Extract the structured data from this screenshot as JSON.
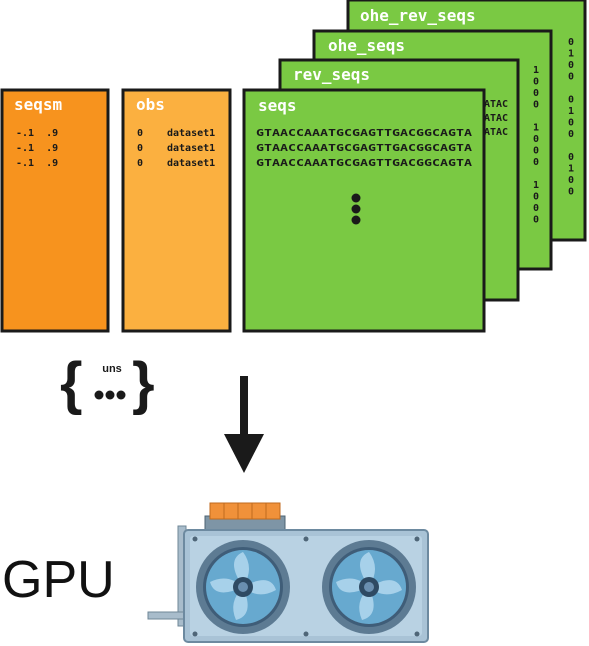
{
  "seqsm": {
    "title": "seqsm",
    "rows": [
      "-.1  .9",
      "-.1  .9",
      "-.1  .9"
    ],
    "color": "#f7931e"
  },
  "obs": {
    "title": "obs",
    "rows": [
      {
        "index": "0",
        "value": "dataset1"
      },
      {
        "index": "0",
        "value": "dataset1"
      },
      {
        "index": "0",
        "value": "dataset1"
      }
    ],
    "color": "#fbb040"
  },
  "seqs": {
    "title": "seqs",
    "rows": [
      "GTAACCAAATGCGAGTTGACGGCAGTA",
      "GTAACCAAATGCGAGTTGACGGCAGTA",
      "GTAACCAAATGCGAGTTGACGGCAGTA"
    ],
    "color": "#7ac943"
  },
  "rev_seqs": {
    "title": "rev_seqs",
    "edge_rows": [
      "ATAC",
      "ATAC",
      "ATAC"
    ]
  },
  "ohe_seqs": {
    "title": "ohe_seqs",
    "column": [
      "1",
      "0",
      "0",
      "0",
      "",
      "1",
      "0",
      "0",
      "0",
      "",
      "1",
      "0",
      "0",
      "0"
    ]
  },
  "ohe_rev_seqs": {
    "title": "ohe_rev_seqs",
    "column": [
      "0",
      "1",
      "0",
      "0",
      "",
      "0",
      "1",
      "0",
      "0",
      "",
      "0",
      "1",
      "0",
      "0"
    ]
  },
  "uns": {
    "label": "uns",
    "open_brace": "{",
    "close_brace": "}"
  },
  "gpu": {
    "label": "GPU"
  }
}
